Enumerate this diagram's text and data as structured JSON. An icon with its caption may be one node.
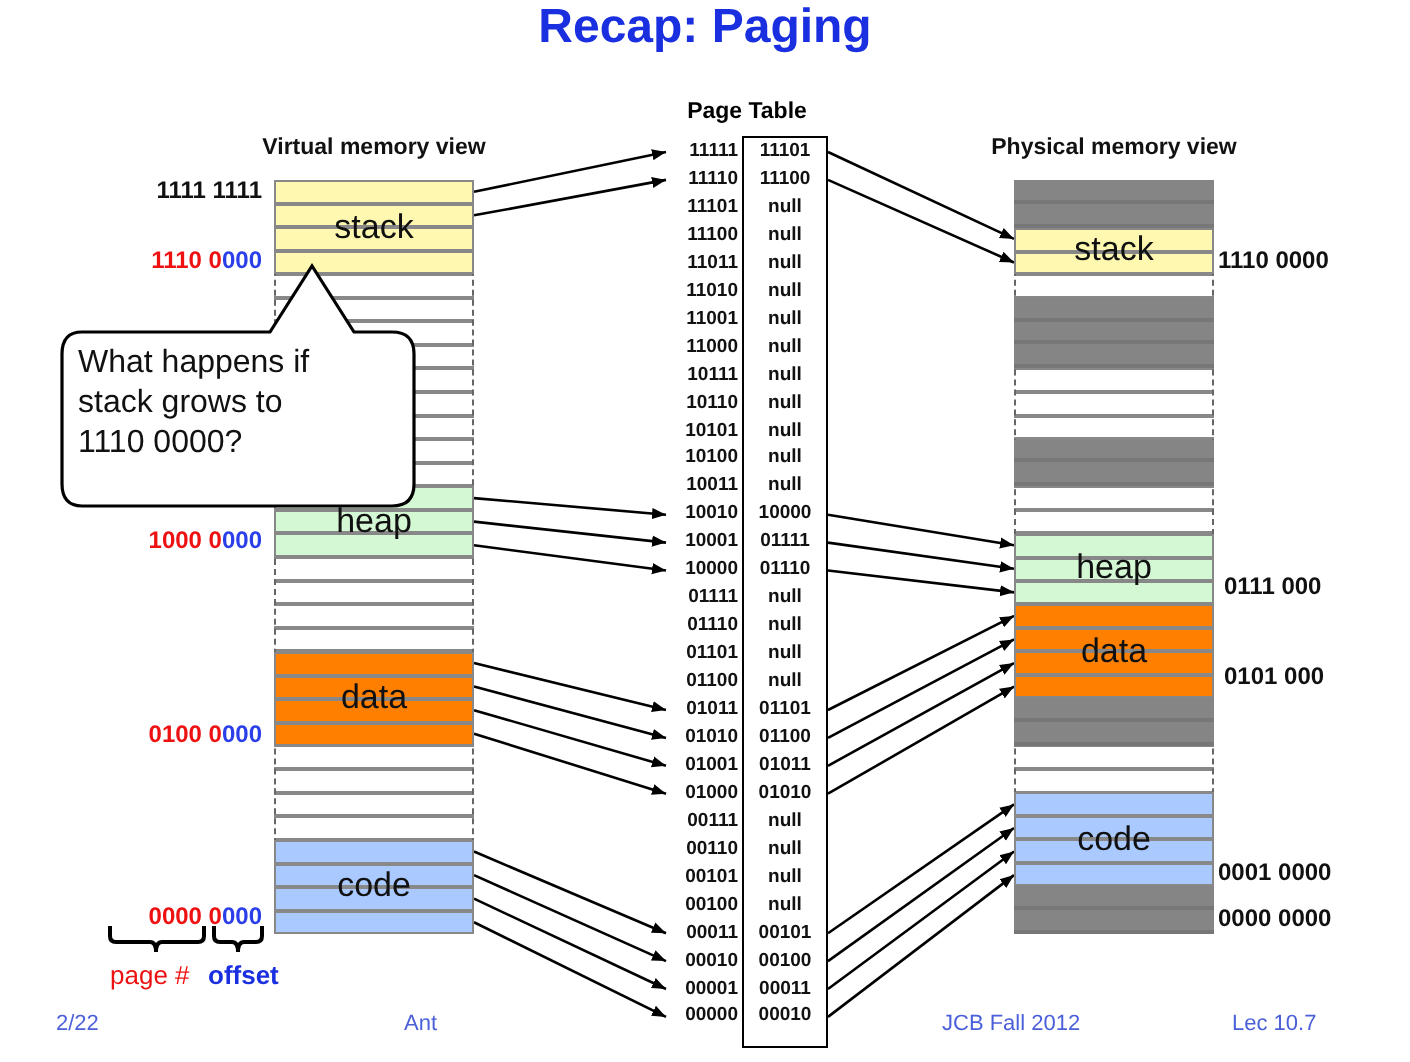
{
  "diagram": {
    "title": "Recap: Paging",
    "nodes": [
      {
        "text": [
          "Virtual memory view"
        ]
      },
      {
        "text": [
          "stack"
        ],
        "in": 0
      },
      {
        "text": [
          "heap"
        ],
        "in": 0
      },
      {
        "text": [
          "data"
        ],
        "in": 0
      },
      {
        "text": [
          "code"
        ],
        "in": 0
      },
      {
        "text": [
          "What happens if stack grows to 1110 0000?"
        ]
      },
      {
        "text": [
          "Page Table"
        ]
      },
      {
        "text": [
          "11111",
          "11101"
        ]
      },
      {
        "text": [
          "11110",
          "11100"
        ]
      },
      {
        "text": [
          "11101",
          "null"
        ]
      },
      {
        "text": [
          "11100",
          "null"
        ]
      },
      {
        "text": [
          "11011",
          "null"
        ]
      },
      {
        "text": [
          "11010",
          "null"
        ]
      },
      {
        "text": [
          "11001",
          "null"
        ]
      },
      {
        "text": [
          "11000",
          "null"
        ]
      },
      {
        "text": [
          "10111",
          "null"
        ]
      },
      {
        "text": [
          "10110",
          "null"
        ]
      },
      {
        "text": [
          "10101",
          "null"
        ]
      },
      {
        "text": [
          "10100",
          "null"
        ]
      },
      {
        "text": [
          "10011",
          "null"
        ]
      },
      {
        "text": [
          "10010",
          "10000"
        ]
      },
      {
        "text": [
          "10001",
          "01111"
        ]
      },
      {
        "text": [
          "10000",
          "01110"
        ]
      },
      {
        "text": [
          "01111",
          "null"
        ]
      },
      {
        "text": [
          "01110",
          "null"
        ]
      },
      {
        "text": [
          "01101",
          "null"
        ]
      },
      {
        "text": [
          "01100",
          "null"
        ]
      },
      {
        "text": [
          "01011",
          "01101"
        ]
      },
      {
        "text": [
          "01010",
          "01100"
        ]
      },
      {
        "text": [
          "01001",
          "01011"
        ]
      },
      {
        "text": [
          "01000",
          "01010"
        ]
      },
      {
        "text": [
          "00111",
          "null"
        ]
      },
      {
        "text": [
          "00110",
          "null"
        ]
      },
      {
        "text": [
          "00101",
          "null"
        ]
      },
      {
        "text": [
          "00100",
          "null"
        ]
      },
      {
        "text": [
          "00011",
          "00101"
        ]
      },
      {
        "text": [
          "00010",
          "00100"
        ]
      },
      {
        "text": [
          "00001",
          "00011"
        ]
      },
      {
        "text": [
          "00000",
          "00010"
        ]
      },
      {
        "text": [
          "Physical memory view"
        ]
      },
      {
        "text": [
          "stack"
        ],
        "in": 39
      },
      {
        "text": [
          "heap"
        ],
        "in": 39
      },
      {
        "text": [
          "data"
        ],
        "in": 39
      },
      {
        "text": [
          "code"
        ],
        "in": 39
      }
    ],
    "edges": [
      {
        "from": 1,
        "to": 7,
        "arrow": "to"
      },
      {
        "from": 1,
        "to": 8,
        "arrow": "to"
      },
      {
        "from": 2,
        "to": 20,
        "arrow": "to"
      },
      {
        "from": 2,
        "to": 21,
        "arrow": "to"
      },
      {
        "from": 2,
        "to": 22,
        "arrow": "to"
      },
      {
        "from": 3,
        "to": 27,
        "arrow": "to"
      },
      {
        "from": 3,
        "to": 28,
        "arrow": "to"
      },
      {
        "from": 3,
        "to": 29,
        "arrow": "to"
      },
      {
        "from": 3,
        "to": 30,
        "arrow": "to"
      },
      {
        "from": 4,
        "to": 35,
        "arrow": "to"
      },
      {
        "from": 4,
        "to": 36,
        "arrow": "to"
      },
      {
        "from": 4,
        "to": 37,
        "arrow": "to"
      },
      {
        "from": 4,
        "to": 38,
        "arrow": "to"
      },
      {
        "from": 7,
        "to": 40,
        "arrow": "to"
      },
      {
        "from": 8,
        "to": 40,
        "arrow": "to"
      },
      {
        "from": 20,
        "to": 41,
        "arrow": "to"
      },
      {
        "from": 21,
        "to": 41,
        "arrow": "to"
      },
      {
        "from": 22,
        "to": 41,
        "arrow": "to"
      },
      {
        "from": 27,
        "to": 42,
        "arrow": "to"
      },
      {
        "from": 28,
        "to": 42,
        "arrow": "to"
      },
      {
        "from": 29,
        "to": 42,
        "arrow": "to"
      },
      {
        "from": 30,
        "to": 42,
        "arrow": "to"
      },
      {
        "from": 35,
        "to": 43,
        "arrow": "to"
      },
      {
        "from": 36,
        "to": 43,
        "arrow": "to"
      },
      {
        "from": 37,
        "to": 43,
        "arrow": "to"
      },
      {
        "from": 38,
        "to": 43,
        "arrow": "to"
      }
    ],
    "labels": [
      "1111 1111",
      "1110 0000",
      "1000 0000",
      "0100 0000",
      "0000 0000",
      "page #",
      "offset",
      "1110 0000",
      "0111 000",
      "0101 000",
      "0001 0000",
      "0000 0000",
      "2/22",
      "Ant",
      "JCB Fall 2012",
      "Lec 10.7"
    ]
  }
}
